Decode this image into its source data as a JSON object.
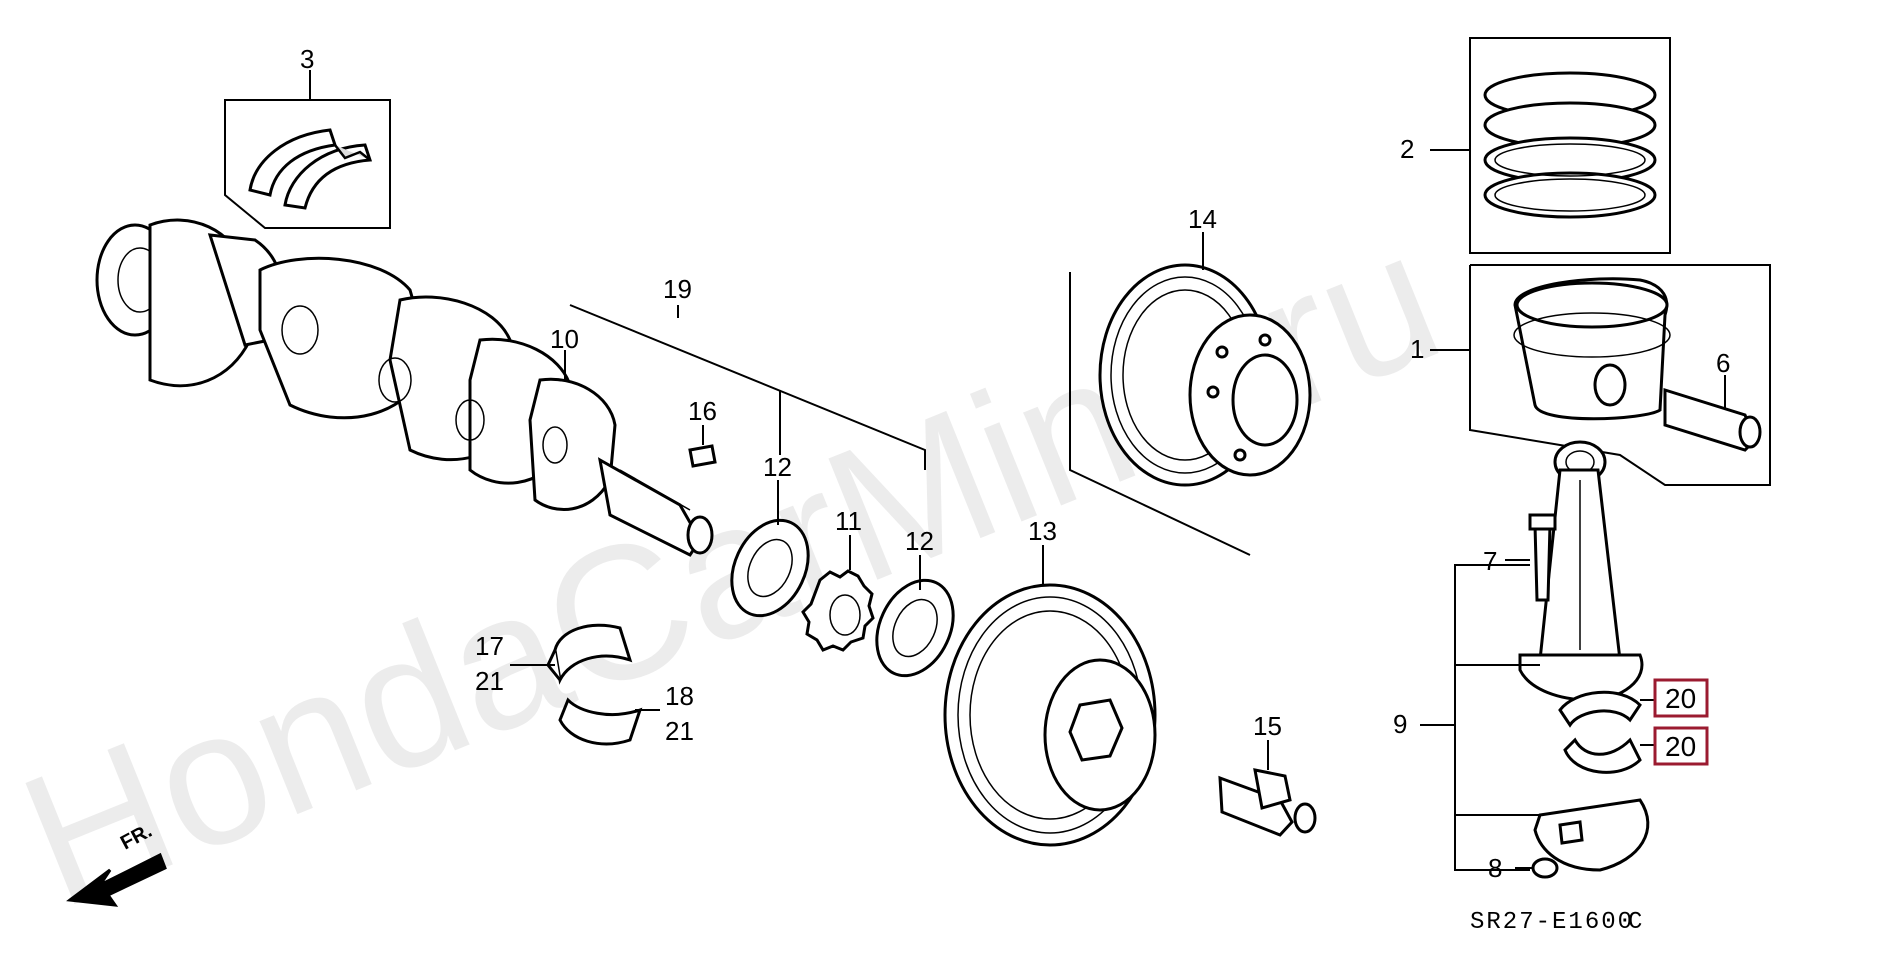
{
  "diagram": {
    "watermark": "HondaCarMine.ru",
    "drawing_code": "SR27-E1600",
    "drawing_code_suffix": "C",
    "front_marker": "FR.",
    "colors": {
      "line": "#000000",
      "highlight": "#9b1b30",
      "background": "#ffffff"
    },
    "callouts": [
      {
        "id": "c1",
        "label": "1"
      },
      {
        "id": "c2",
        "label": "2"
      },
      {
        "id": "c3",
        "label": "3"
      },
      {
        "id": "c6",
        "label": "6"
      },
      {
        "id": "c7",
        "label": "7"
      },
      {
        "id": "c8",
        "label": "8"
      },
      {
        "id": "c9",
        "label": "9"
      },
      {
        "id": "c10",
        "label": "10"
      },
      {
        "id": "c11",
        "label": "11"
      },
      {
        "id": "c12a",
        "label": "12"
      },
      {
        "id": "c12b",
        "label": "12"
      },
      {
        "id": "c13",
        "label": "13"
      },
      {
        "id": "c14",
        "label": "14"
      },
      {
        "id": "c15",
        "label": "15"
      },
      {
        "id": "c16",
        "label": "16"
      },
      {
        "id": "c17",
        "label": "17"
      },
      {
        "id": "c21a",
        "label": "21"
      },
      {
        "id": "c18",
        "label": "18"
      },
      {
        "id": "c21b",
        "label": "21"
      },
      {
        "id": "c19",
        "label": "19"
      },
      {
        "id": "c20a",
        "label": "20"
      },
      {
        "id": "c20b",
        "label": "20"
      }
    ]
  }
}
